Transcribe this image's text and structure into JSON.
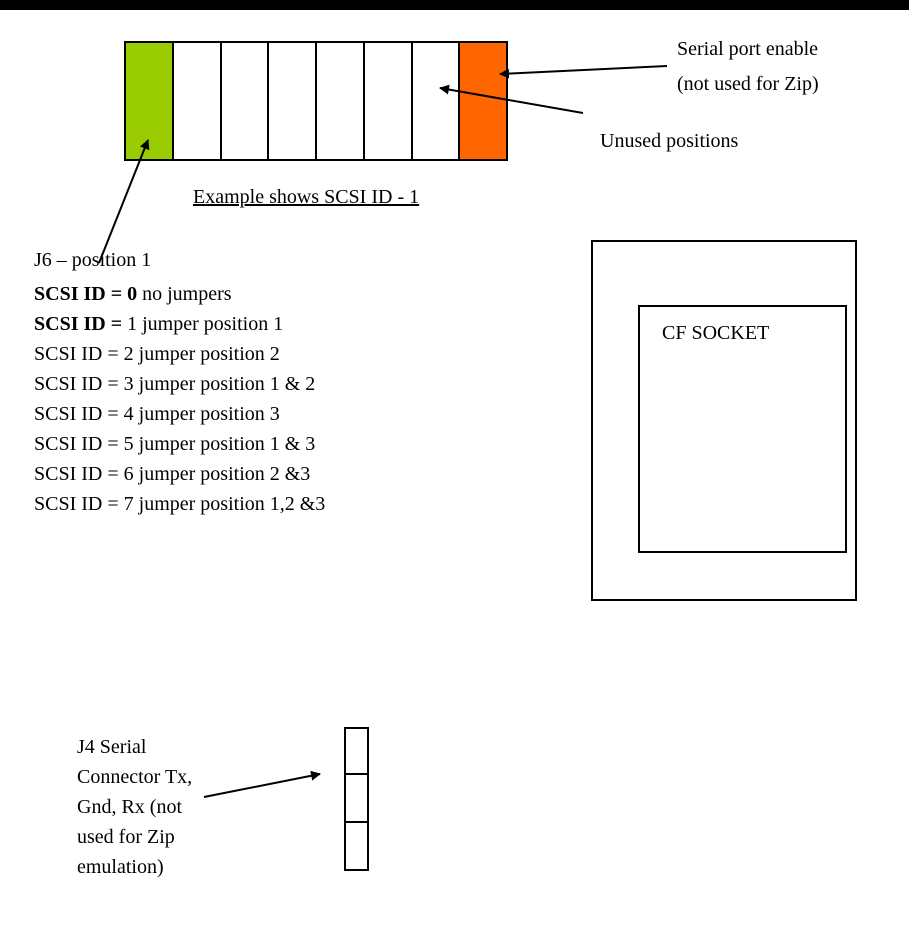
{
  "colors": {
    "jumper_on": "#99cc00",
    "serial_enable": "#ff6600",
    "empty": "#ffffff",
    "line": "#000000"
  },
  "jumper": {
    "caption": "Example shows SCSI ID - 1"
  },
  "labels": {
    "serial_enable_line1": "Serial port enable",
    "serial_enable_line2": "(not used for  Zip)",
    "unused": "Unused positions"
  },
  "scsi": {
    "heading": "J6 – position 1",
    "rows": [
      {
        "label": "SCSI ID = ",
        "id": "0",
        "desc": "  no jumpers"
      },
      {
        "label": "SCSI ID = ",
        "id": "",
        "desc": " 1  jumper position 1"
      },
      {
        "label": "SCSI ID = ",
        "id": "",
        "desc": " 2  jumper position 2"
      },
      {
        "label": "SCSI ID = ",
        "id": "",
        "desc": " 3  jumper position 1 & 2"
      },
      {
        "label": "SCSI ID = ",
        "id": "",
        "desc": " 4  jumper position 3"
      },
      {
        "label": "SCSI ID = ",
        "id": "",
        "desc": " 5  jumper position 1 & 3"
      },
      {
        "label": "SCSI ID = ",
        "id": "",
        "desc": " 6  jumper position 2 &3"
      },
      {
        "label": "SCSI ID = ",
        "id": "",
        "desc": " 7  jumper position 1,2 &3"
      }
    ]
  },
  "cf": {
    "label": "CF SOCKET"
  },
  "j4": {
    "lines": [
      "J4 Serial",
      "Connector Tx,",
      "Gnd, Rx (not",
      "used for Zip",
      "emulation)"
    ]
  }
}
